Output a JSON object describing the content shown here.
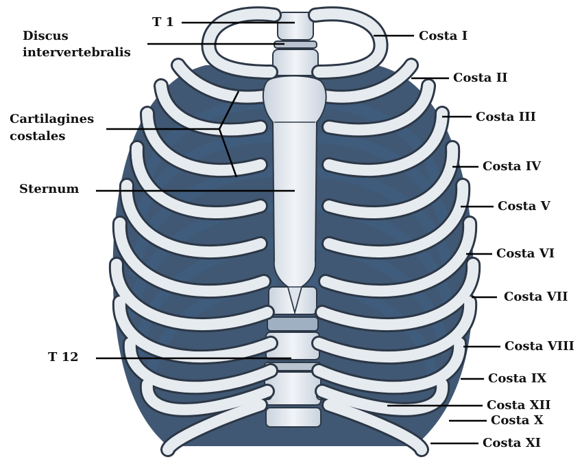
{
  "colors": {
    "bone": "#e9edf2",
    "bone_shade": "#c3ccd8",
    "outline": "#2c3746",
    "shadow": "#24466a",
    "leader": "#000000",
    "text": "#111111"
  },
  "labels": {
    "t1": "T 1",
    "discus_1": "Discus",
    "discus_2": "intervertebralis",
    "cartilagines_1": "Cartilagines",
    "cartilagines_2": "costales",
    "sternum": "Sternum",
    "t12": "T 12",
    "costa_1": "Costa I",
    "costa_2": "Costa II",
    "costa_3": "Costa III",
    "costa_4": "Costa IV",
    "costa_5": "Costa V",
    "costa_6": "Costa VI",
    "costa_7": "Costa VII",
    "costa_8": "Costa VIII",
    "costa_9": "Costa IX",
    "costa_12": "Costa XII",
    "costa_10": "Costa X",
    "costa_11": "Costa XI"
  }
}
